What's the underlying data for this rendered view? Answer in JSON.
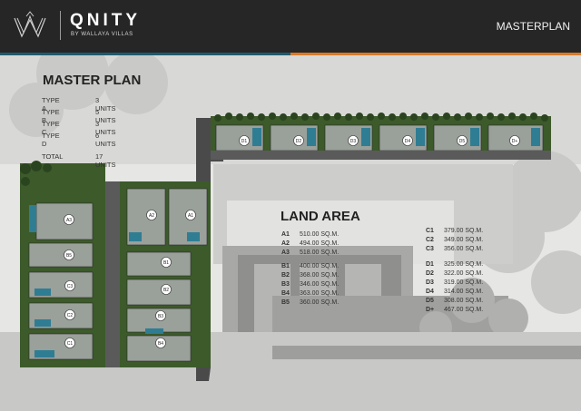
{
  "header": {
    "brand": "QNITY",
    "brand_sub": "BY WALLAYA VILLAS",
    "section": "MASTERPLAN"
  },
  "colors": {
    "header_bg": "#262626",
    "stripe_left": "#1f5b70",
    "stripe_right": "#d97a2a",
    "grass": "#3c5a2a"
  },
  "master_plan": {
    "title": "MASTER PLAN",
    "rows": [
      {
        "type": "TYPE A",
        "units": "3 UNITS"
      },
      {
        "type": "TYPE B",
        "units": "5 UNITS"
      },
      {
        "type": "TYPE C",
        "units": "3 UNITS"
      },
      {
        "type": "TYPE D",
        "units": "6 UNITS"
      }
    ],
    "total": {
      "label": "TOTAL",
      "units": "17 UNITS"
    }
  },
  "plan_labels": {
    "top_row": [
      "D1",
      "D2",
      "D3",
      "D4",
      "D5",
      "D+"
    ],
    "a_units": [
      "A1",
      "A2",
      "A3"
    ],
    "b_units": [
      "B1",
      "B2",
      "B3",
      "B4",
      "B5"
    ],
    "c_units": [
      "C1",
      "C2",
      "C3"
    ]
  },
  "land_area": {
    "title": "LAND AREA",
    "col1": [
      {
        "code": "A1",
        "value": "510.00 SQ.M."
      },
      {
        "code": "A2",
        "value": "494.00 SQ.M."
      },
      {
        "code": "A3",
        "value": "518.00 SQ.M."
      },
      {
        "code": "B1",
        "value": "400.00 SQ.M."
      },
      {
        "code": "B2",
        "value": "368.00 SQ.M."
      },
      {
        "code": "B3",
        "value": "346.00 SQ.M."
      },
      {
        "code": "B4",
        "value": "363.00 SQ.M."
      },
      {
        "code": "B5",
        "value": "360.00 SQ.M."
      }
    ],
    "col2": [
      {
        "code": "C1",
        "value": "379.00 SQ.M."
      },
      {
        "code": "C2",
        "value": "349.00 SQ.M."
      },
      {
        "code": "C3",
        "value": "356.00 SQ.M."
      },
      {
        "code": "D1",
        "value": "325.00 SQ.M."
      },
      {
        "code": "D2",
        "value": "322.00 SQ.M."
      },
      {
        "code": "D3",
        "value": "319.00 SQ.M."
      },
      {
        "code": "D4",
        "value": "314.00 SQ.M."
      },
      {
        "code": "D5",
        "value": "308.00 SQ.M."
      },
      {
        "code": "D+",
        "value": "467.00 SQ.M."
      }
    ]
  }
}
